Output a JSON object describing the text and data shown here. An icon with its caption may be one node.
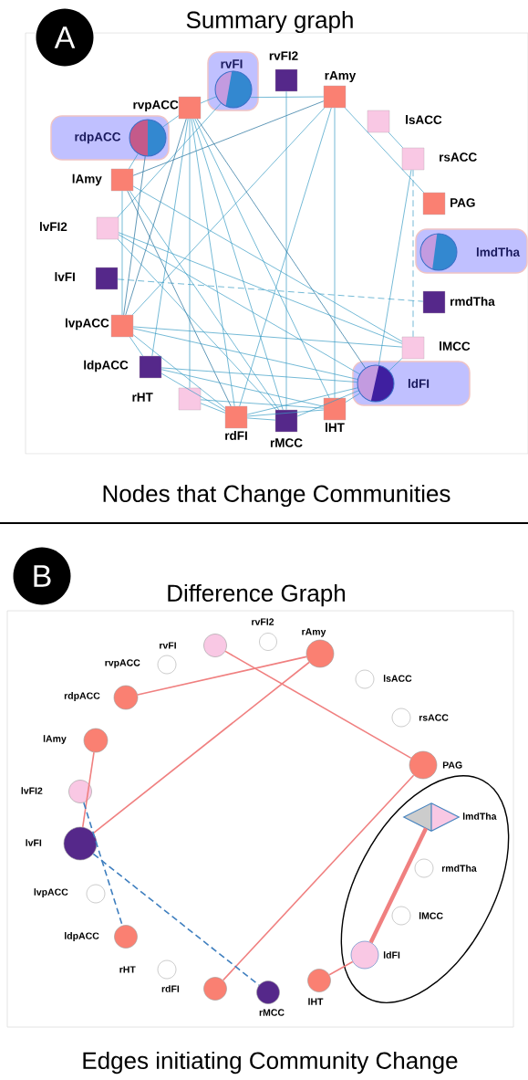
{
  "diagram": {
    "nodes": [
      {
        "text": [
          "A"
        ]
      },
      {
        "text": [
          "rvFI"
        ]
      },
      {
        "text": [
          "rvFI2"
        ]
      },
      {
        "text": [
          "rAmy"
        ]
      },
      {
        "text": [
          "rvpACC"
        ]
      },
      {
        "text": [
          "rdpACC"
        ]
      },
      {
        "text": [
          "lsACC"
        ]
      },
      {
        "text": [
          "rsACC"
        ]
      },
      {
        "text": [
          "lAmy"
        ]
      },
      {
        "text": [
          "PAG"
        ]
      },
      {
        "text": [
          "lvFI2"
        ]
      },
      {
        "text": [
          "lmdTha"
        ]
      },
      {
        "text": [
          "lvFI"
        ]
      },
      {
        "text": [
          "rmdTha"
        ]
      },
      {
        "text": [
          "lvpACC"
        ]
      },
      {
        "text": [
          "lMCC"
        ]
      },
      {
        "text": [
          "ldpACC"
        ]
      },
      {
        "text": [
          "ldFI"
        ]
      },
      {
        "text": [
          "rHT"
        ]
      },
      {
        "text": [
          "rdFI"
        ]
      },
      {
        "text": [
          "rMCC"
        ]
      },
      {
        "text": [
          "lHT"
        ]
      },
      {
        "text": [
          "B"
        ]
      },
      {
        "text": [
          "rvFI2"
        ]
      },
      {
        "text": [
          "rvFI"
        ]
      },
      {
        "text": [
          "rAmy"
        ]
      },
      {
        "text": [
          "rvpACC"
        ]
      },
      {
        "text": [
          "lsACC"
        ]
      },
      {
        "text": [
          "rdpACC"
        ]
      },
      {
        "text": [
          "rsACC"
        ]
      },
      {
        "text": [
          "lAmy"
        ]
      },
      {
        "text": [
          "PAG"
        ]
      },
      {
        "text": [
          "lvFI2"
        ]
      },
      {
        "text": [],
        "shape": "ellipse"
      },
      {
        "text": [
          "lmdTha"
        ],
        "in": 33
      },
      {
        "text": [
          "lvFI"
        ]
      },
      {
        "text": [
          "rmdTha"
        ],
        "in": 33
      },
      {
        "text": [
          "lvpACC"
        ]
      },
      {
        "text": [
          "lMCC"
        ],
        "in": 33
      },
      {
        "text": [
          "ldpACC"
        ]
      },
      {
        "text": [
          "ldFI"
        ],
        "in": 33
      },
      {
        "text": [
          "rHT"
        ]
      },
      {
        "text": [
          "rdFI"
        ]
      },
      {
        "text": [
          "rMCC"
        ]
      },
      {
        "text": [
          "lHT"
        ]
      }
    ],
    "edges": [
      {
        "from": 4,
        "to": 1,
        "arrow": "none"
      },
      {
        "from": 1,
        "to": 3,
        "arrow": "none"
      },
      {
        "from": 1,
        "to": 10,
        "arrow": "none"
      },
      {
        "from": 5,
        "to": 4,
        "arrow": "none"
      },
      {
        "from": 5,
        "to": 8,
        "arrow": "none"
      },
      {
        "from": 5,
        "to": 14,
        "arrow": "none",
        "color": "#1e6d99"
      },
      {
        "from": 3,
        "to": 8,
        "arrow": "none",
        "color": "#1e6d99"
      },
      {
        "from": 3,
        "to": 14,
        "arrow": "none"
      },
      {
        "from": 3,
        "to": 19,
        "arrow": "none"
      },
      {
        "from": 3,
        "to": 21,
        "arrow": "none"
      },
      {
        "from": 3,
        "to": 9,
        "arrow": "none"
      },
      {
        "from": 6,
        "to": 7,
        "arrow": "none"
      },
      {
        "from": 7,
        "to": 15,
        "arrow": "none",
        "style": "dashed"
      },
      {
        "from": 7,
        "to": 17,
        "arrow": "none"
      },
      {
        "from": 2,
        "to": 20,
        "arrow": "none"
      },
      {
        "from": 12,
        "to": 13,
        "arrow": "none",
        "style": "dashed"
      },
      {
        "from": 4,
        "to": 14,
        "arrow": "none",
        "color": "#1e6d99"
      },
      {
        "from": 4,
        "to": 18,
        "arrow": "none"
      },
      {
        "from": 4,
        "to": 19,
        "arrow": "none"
      },
      {
        "from": 4,
        "to": 20,
        "arrow": "none"
      },
      {
        "from": 4,
        "to": 21,
        "arrow": "none"
      },
      {
        "from": 4,
        "to": 17,
        "arrow": "none",
        "color": "#1e6d99"
      },
      {
        "from": 4,
        "to": 16,
        "arrow": "none"
      },
      {
        "from": 8,
        "to": 14,
        "arrow": "none"
      },
      {
        "from": 8,
        "to": 19,
        "arrow": "none",
        "color": "#1e6d99"
      },
      {
        "from": 8,
        "to": 20,
        "arrow": "none"
      },
      {
        "from": 8,
        "to": 15,
        "arrow": "none"
      },
      {
        "from": 10,
        "to": 17,
        "arrow": "none"
      },
      {
        "from": 10,
        "to": 15,
        "arrow": "none"
      },
      {
        "from": 10,
        "to": 20,
        "arrow": "none"
      },
      {
        "from": 14,
        "to": 15,
        "arrow": "none"
      },
      {
        "from": 14,
        "to": 17,
        "arrow": "none"
      },
      {
        "from": 14,
        "to": 19,
        "arrow": "none"
      },
      {
        "from": 14,
        "to": 16,
        "arrow": "none"
      },
      {
        "from": 16,
        "to": 17,
        "arrow": "none"
      },
      {
        "from": 16,
        "to": 21,
        "arrow": "none"
      },
      {
        "from": 16,
        "to": 19,
        "arrow": "none"
      },
      {
        "from": 18,
        "to": 19,
        "arrow": "none"
      },
      {
        "from": 18,
        "to": 21,
        "arrow": "none"
      },
      {
        "from": 19,
        "to": 20,
        "arrow": "none"
      },
      {
        "from": 19,
        "to": 21,
        "arrow": "none"
      },
      {
        "from": 19,
        "to": 17,
        "arrow": "none"
      },
      {
        "from": 20,
        "to": 17,
        "arrow": "none"
      },
      {
        "from": 21,
        "to": 17,
        "arrow": "none"
      },
      {
        "from": 15,
        "to": 17,
        "arrow": "none"
      },
      {
        "from": 28,
        "to": 25,
        "arrow": "none",
        "color": "#f08080"
      },
      {
        "from": 24,
        "to": 31,
        "arrow": "none",
        "color": "#f08080"
      },
      {
        "from": 25,
        "to": 35,
        "arrow": "none",
        "color": "#f08080"
      },
      {
        "from": 30,
        "to": 35,
        "arrow": "none",
        "color": "#f08080"
      },
      {
        "from": 31,
        "to": 42,
        "arrow": "none",
        "color": "#f08080"
      },
      {
        "from": 34,
        "to": 40,
        "arrow": "none",
        "color": "#f08080",
        "style": "thick"
      },
      {
        "from": 40,
        "to": 44,
        "arrow": "none",
        "color": "#f08080"
      },
      {
        "from": 32,
        "to": 39,
        "arrow": "none",
        "color": "#3f7fbf",
        "style": "dashed"
      },
      {
        "from": 35,
        "to": 43,
        "arrow": "none",
        "color": "#3f7fbf",
        "style": "dashed"
      }
    ],
    "labels": [
      "Summary graph",
      "Nodes that Change Communities",
      "Difference Graph",
      "Edges initiating Community Change"
    ]
  }
}
